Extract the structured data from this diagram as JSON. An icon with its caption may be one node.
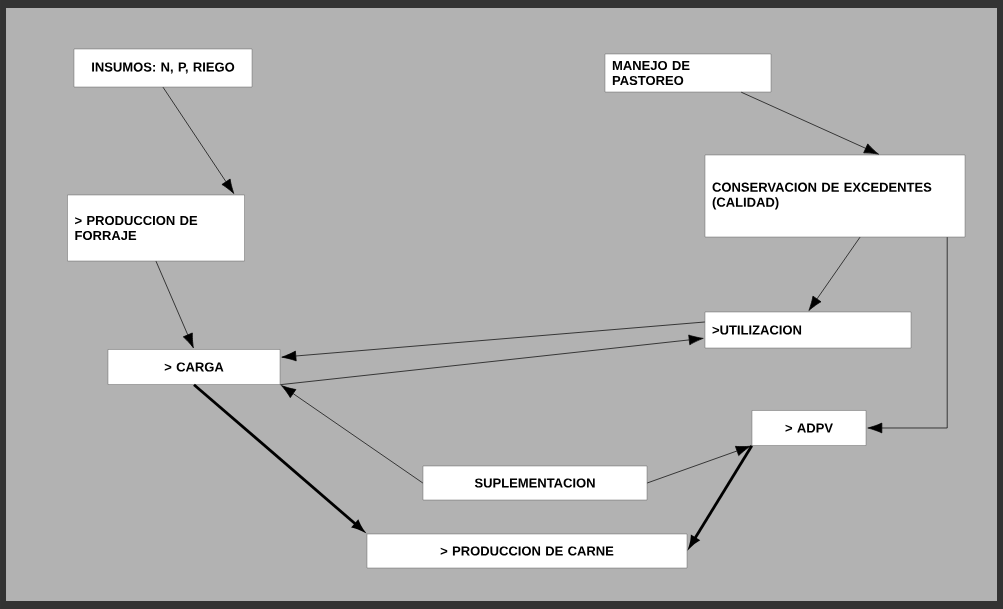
{
  "diagram": {
    "nodes": [
      {
        "text": [
          "INSUMOS: N, P, RIEGO"
        ]
      },
      {
        "text": [
          "MANEJO DE PASTOREO"
        ]
      },
      {
        "text": [
          "> PRODUCCION DE FORRAJE"
        ]
      },
      {
        "text": [
          "CONSERVACION DE EXCEDENTES (CALIDAD)"
        ]
      },
      {
        "text": [
          ">UTILIZACION"
        ]
      },
      {
        "text": [
          "> CARGA"
        ]
      },
      {
        "text": [
          "> ADPV"
        ]
      },
      {
        "text": [
          "SUPLEMENTACION"
        ]
      },
      {
        "text": [
          "> PRODUCCION DE CARNE"
        ]
      }
    ],
    "edges": [
      {
        "from": 0,
        "to": 2,
        "arrow": "to"
      },
      {
        "from": 1,
        "to": 3,
        "arrow": "to"
      },
      {
        "from": 2,
        "to": 5,
        "arrow": "to"
      },
      {
        "from": 3,
        "to": 4,
        "arrow": "to"
      },
      {
        "from": 4,
        "to": 5,
        "arrow": "to"
      },
      {
        "from": 5,
        "to": 4,
        "arrow": "to"
      },
      {
        "from": 3,
        "to": 6,
        "arrow": "to"
      },
      {
        "from": 7,
        "to": 5,
        "arrow": "to"
      },
      {
        "from": 7,
        "to": 6,
        "arrow": "to"
      },
      {
        "from": 5,
        "to": 8,
        "arrow": "to",
        "style": "thick"
      },
      {
        "from": 6,
        "to": 8,
        "arrow": "to",
        "style": "thick"
      }
    ]
  }
}
